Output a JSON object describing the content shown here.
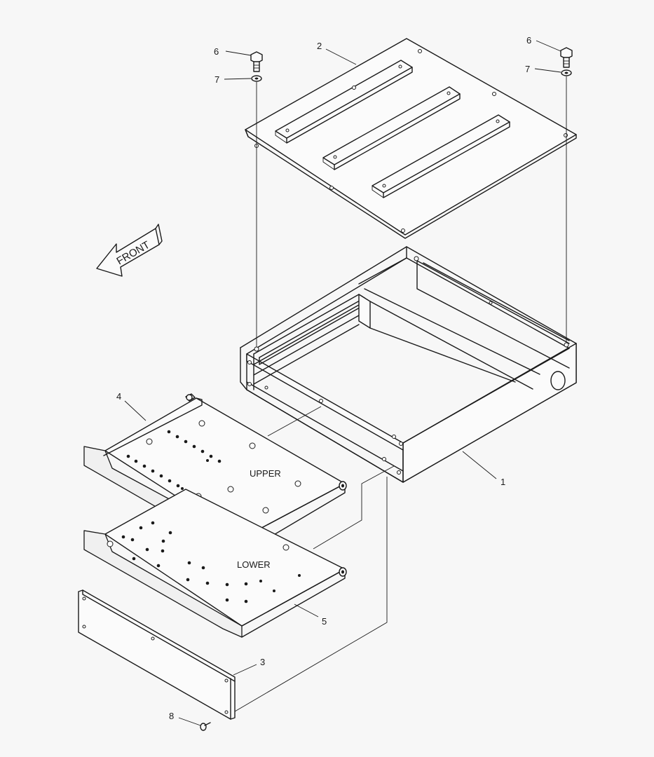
{
  "diagram": {
    "front_arrow_label": "FRONT",
    "tray_labels": {
      "upper": "UPPER",
      "lower": "LOWER"
    },
    "callouts": [
      {
        "id": "c1",
        "text": "1"
      },
      {
        "id": "c2",
        "text": "2"
      },
      {
        "id": "c3",
        "text": "3"
      },
      {
        "id": "c4",
        "text": "4"
      },
      {
        "id": "c5",
        "text": "5"
      },
      {
        "id": "c6a",
        "text": "6"
      },
      {
        "id": "c6b",
        "text": "6"
      },
      {
        "id": "c7a",
        "text": "7"
      },
      {
        "id": "c7b",
        "text": "7"
      },
      {
        "id": "c8",
        "text": "8"
      }
    ]
  }
}
